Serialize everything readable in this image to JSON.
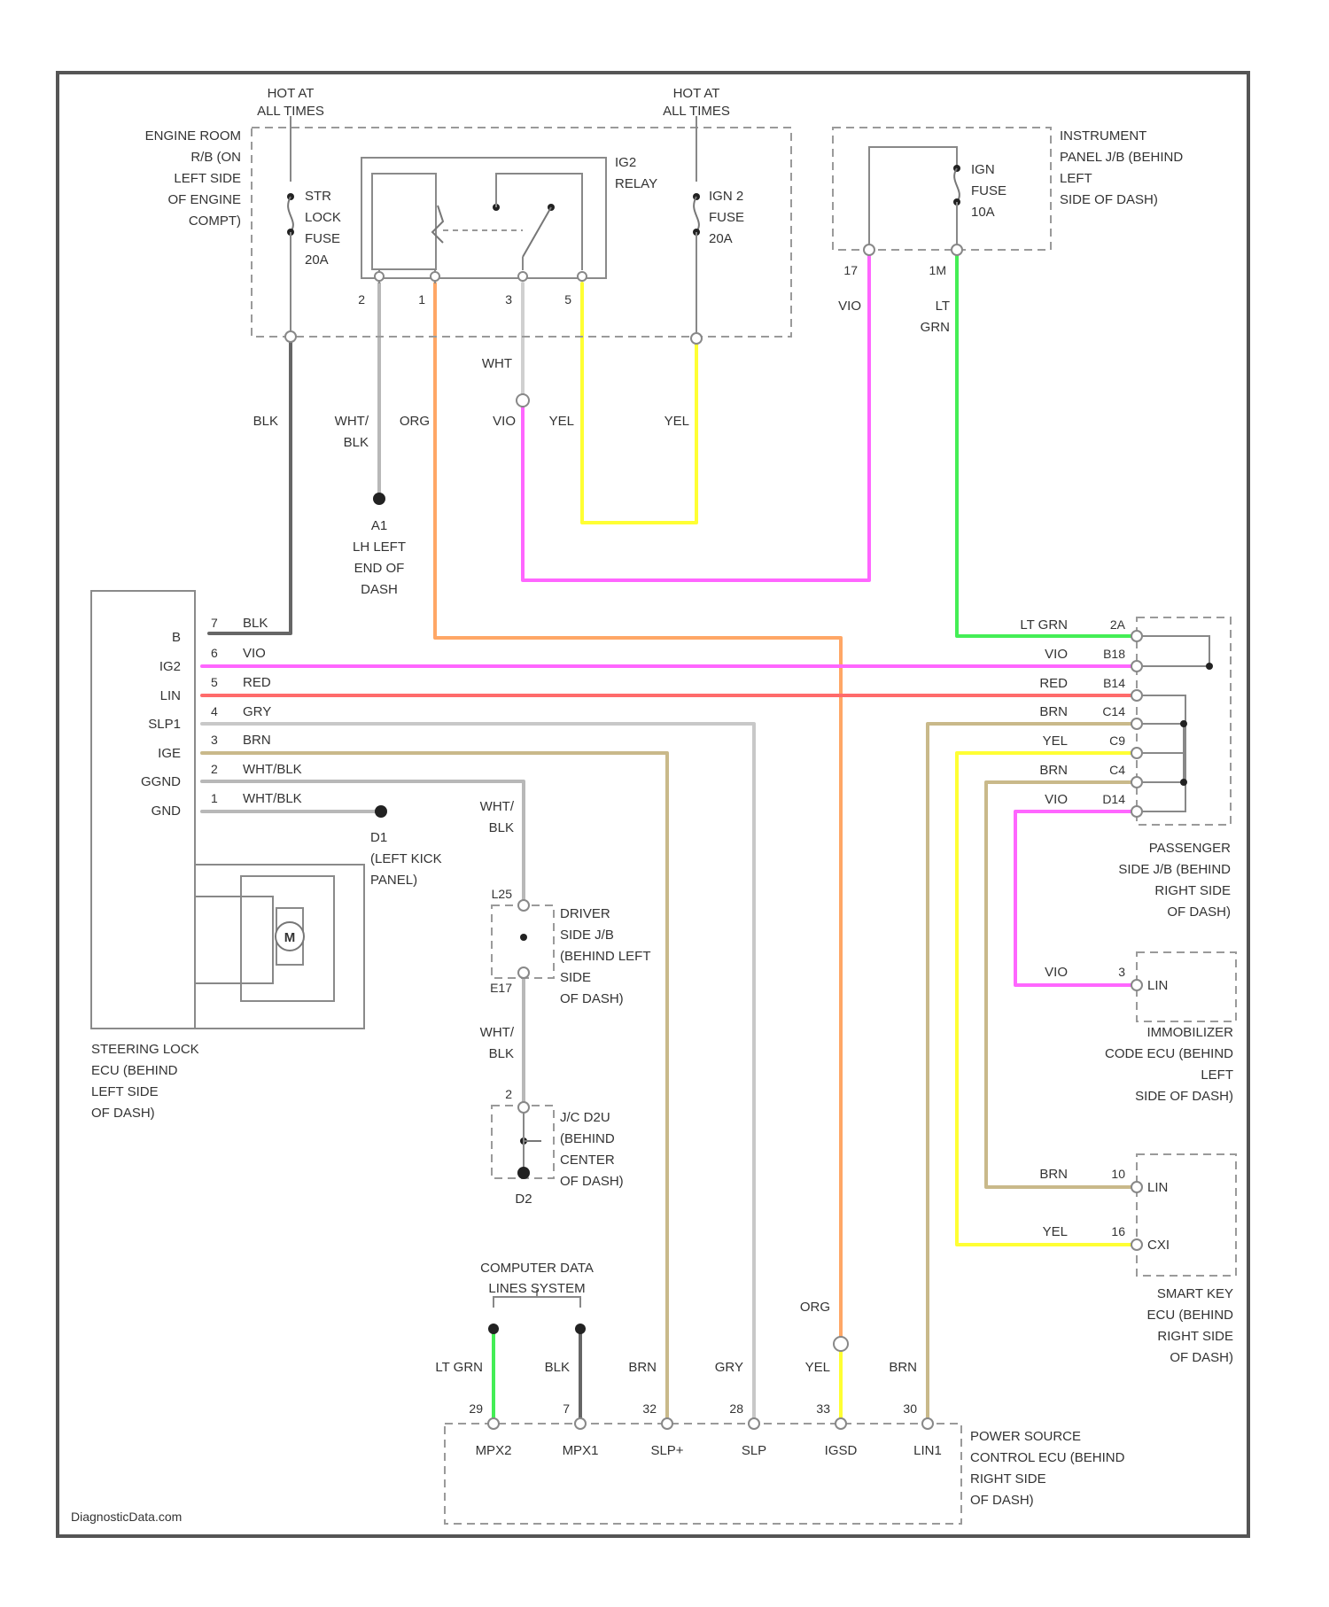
{
  "colors": {
    "BLK": "#666666",
    "VIO": "#ff66ff",
    "RED": "#ff6b6b",
    "GRY": "#c8c8c8",
    "BRN": "#c9b98a",
    "WHT_BLK": "#b8b8b8",
    "WHT": "#d0d0d0",
    "ORG": "#ffa766",
    "YEL": "#ffff33",
    "LT_GRN": "#44ee55"
  },
  "top": {
    "hot_left": [
      "HOT AT",
      "ALL TIMES"
    ],
    "hot_right": [
      "HOT AT",
      "ALL TIMES"
    ],
    "engine_rb": [
      "ENGINE ROOM",
      "R/B (ON",
      "LEFT SIDE",
      "OF ENGINE",
      "COMPT)"
    ],
    "str_fuse": [
      "STR",
      "LOCK",
      "FUSE",
      "20A"
    ],
    "ig2_relay": [
      "IG2",
      "RELAY"
    ],
    "ign2_fuse": [
      "IGN 2",
      "FUSE",
      "20A"
    ],
    "ign_fuse": [
      "IGN",
      "FUSE",
      "10A"
    ],
    "ip_jb": [
      "INSTRUMENT",
      "PANEL J/B (BEHIND",
      "LEFT",
      "SIDE OF DASH)"
    ],
    "relay_pins": [
      "2",
      "1",
      "3",
      "5"
    ],
    "ip_pins": [
      "17",
      "1M"
    ],
    "a1": [
      "A1",
      "LH LEFT",
      "END OF",
      "DASH"
    ]
  },
  "wires": {
    "blk": "BLK",
    "wht_blk": [
      "WHT/",
      "BLK"
    ],
    "org": "ORG",
    "wht": "WHT",
    "vio": "VIO",
    "yel_a": "YEL",
    "yel_b": "YEL",
    "vio_right": "VIO",
    "lt_grn": [
      "LT",
      "GRN"
    ]
  },
  "steering": {
    "pins": [
      {
        "sig": "B",
        "num": "7",
        "color": "BLK"
      },
      {
        "sig": "IG2",
        "num": "6",
        "color": "VIO"
      },
      {
        "sig": "LIN",
        "num": "5",
        "color": "RED"
      },
      {
        "sig": "SLP1",
        "num": "4",
        "color": "GRY"
      },
      {
        "sig": "IGE",
        "num": "3",
        "color": "BRN"
      },
      {
        "sig": "GGND",
        "num": "2",
        "color": "WHT/BLK"
      },
      {
        "sig": "GND",
        "num": "1",
        "color": "WHT/BLK"
      }
    ],
    "motor": "M",
    "label": [
      "STEERING LOCK",
      "ECU (BEHIND",
      "LEFT SIDE",
      "OF DASH)"
    ]
  },
  "passenger_jb": {
    "rows": [
      {
        "color": "LT GRN",
        "pin": "2A"
      },
      {
        "color": "VIO",
        "pin": "B18"
      },
      {
        "color": "RED",
        "pin": "B14"
      },
      {
        "color": "BRN",
        "pin": "C14"
      },
      {
        "color": "YEL",
        "pin": "C9"
      },
      {
        "color": "BRN",
        "pin": "C4"
      },
      {
        "color": "VIO",
        "pin": "D14"
      }
    ],
    "label": [
      "PASSENGER",
      "SIDE J/B (BEHIND",
      "RIGHT SIDE",
      "OF DASH)"
    ]
  },
  "ground_d1": {
    "wire": [
      "WHT/",
      "BLK"
    ],
    "label": [
      "D1",
      "(LEFT KICK",
      "PANEL)"
    ]
  },
  "driver_jb": {
    "pin_top": "L25",
    "pin_bottom": "E17",
    "label": [
      "DRIVER",
      "SIDE J/B",
      "(BEHIND LEFT",
      "SIDE",
      "OF DASH)"
    ]
  },
  "lower_wire": [
    "WHT/",
    "BLK"
  ],
  "jc": {
    "pin": "2",
    "ground": "D2",
    "label": [
      "J/C D2U",
      "(BEHIND",
      "CENTER",
      "OF DASH)"
    ]
  },
  "immobilizer": {
    "wire": "VIO",
    "pin": "3",
    "sig": "LIN",
    "label": [
      "IMMOBILIZER",
      "CODE ECU (BEHIND",
      "LEFT",
      "SIDE OF DASH)"
    ]
  },
  "smart_key": {
    "pins": [
      {
        "wire": "BRN",
        "pin": "10",
        "sig": "LIN"
      },
      {
        "wire": "YEL",
        "pin": "16",
        "sig": "CXI"
      }
    ],
    "label": [
      "SMART KEY",
      "ECU (BEHIND",
      "RIGHT SIDE",
      "OF DASH)"
    ]
  },
  "cdls": [
    "COMPUTER DATA",
    "LINES SYSTEM"
  ],
  "power_ecu": {
    "pins": [
      {
        "wire": "LT GRN",
        "num": "29",
        "sig": "MPX2"
      },
      {
        "wire": "BLK",
        "num": "7",
        "sig": "MPX1"
      },
      {
        "wire": "BRN",
        "num": "32",
        "sig": "SLP+"
      },
      {
        "wire": "GRY",
        "num": "28",
        "sig": "SLP"
      },
      {
        "wire": "YEL",
        "num": "33",
        "sig": "IGSD"
      },
      {
        "wire": "BRN",
        "num": "30",
        "sig": "LIN1"
      }
    ],
    "org": "ORG",
    "label": [
      "POWER SOURCE",
      "CONTROL ECU (BEHIND",
      "RIGHT SIDE",
      "OF DASH)"
    ]
  },
  "footer": "DiagnosticData.com"
}
